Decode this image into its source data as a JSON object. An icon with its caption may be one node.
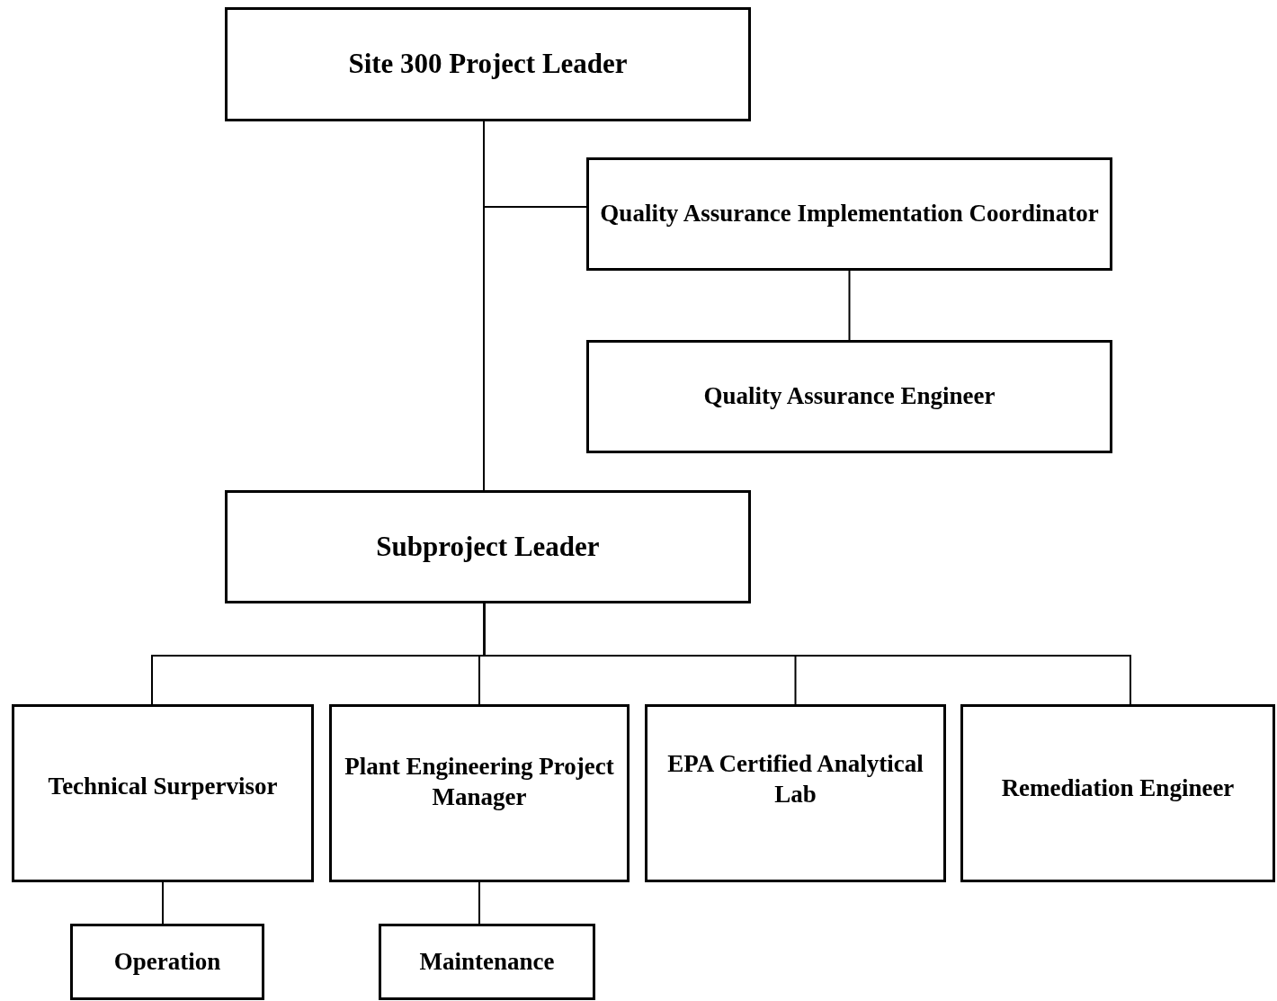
{
  "diagram": {
    "nodes": [
      {
        "text": [
          "Site 300 Project Leader"
        ]
      },
      {
        "text": [
          "Quality Assurance Implementation Coordinator"
        ]
      },
      {
        "text": [
          "Quality Assurance Engineer"
        ]
      },
      {
        "text": [
          "Subproject Leader"
        ]
      },
      {
        "text": [
          "Technical Surpervisor"
        ]
      },
      {
        "text": [
          "Plant Engineering Project Manager"
        ]
      },
      {
        "text": [
          "EPA Certified Analytical Lab"
        ]
      },
      {
        "text": [
          "Remediation Engineer"
        ]
      },
      {
        "text": [
          "Operation"
        ]
      },
      {
        "text": [
          "Maintenance"
        ]
      }
    ],
    "edges": [
      {
        "from": 0,
        "to": 3,
        "arrow": "none"
      },
      {
        "from": 0,
        "to": 1,
        "arrow": "none"
      },
      {
        "from": 1,
        "to": 2,
        "arrow": "none"
      },
      {
        "from": 3,
        "to": 4,
        "arrow": "none"
      },
      {
        "from": 3,
        "to": 5,
        "arrow": "none"
      },
      {
        "from": 3,
        "to": 6,
        "arrow": "none"
      },
      {
        "from": 3,
        "to": 7,
        "arrow": "none"
      },
      {
        "from": 4,
        "to": 8,
        "arrow": "none"
      },
      {
        "from": 5,
        "to": 9,
        "arrow": "none"
      }
    ]
  }
}
